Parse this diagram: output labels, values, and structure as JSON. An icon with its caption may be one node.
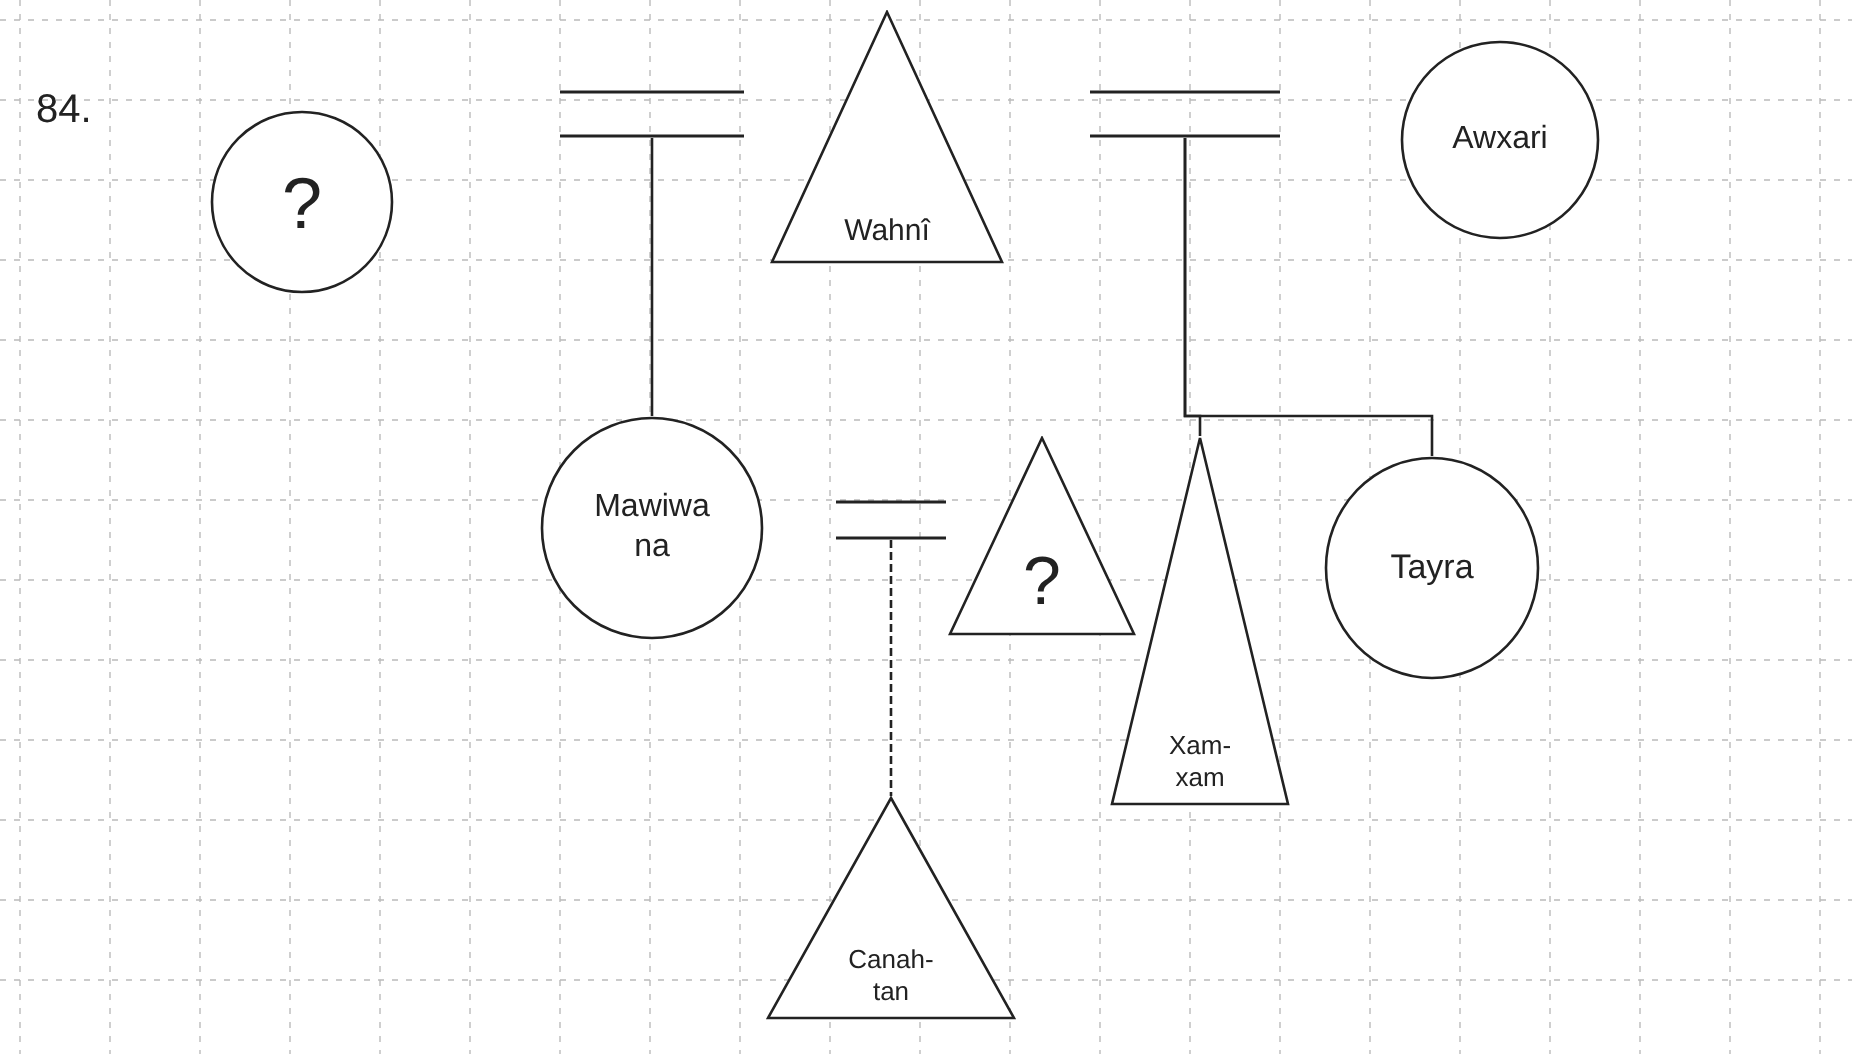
{
  "diagram": {
    "nodes": [
      {
        "text": [
          "?"
        ]
      },
      {
        "text": [],
        "shape": "equals"
      },
      {
        "text": [
          "Wahnî"
        ]
      },
      {
        "text": [],
        "shape": "equals"
      },
      {
        "text": [
          "Awxari"
        ]
      },
      {
        "text": [
          "Mawiwa na"
        ]
      },
      {
        "text": [],
        "shape": "equals"
      },
      {
        "text": [
          "?"
        ]
      },
      {
        "text": [
          "Xam- xam"
        ]
      },
      {
        "text": [
          "Tayra"
        ]
      },
      {
        "text": [
          "Canah- tan"
        ]
      }
    ],
    "edges": [
      {
        "from": 1,
        "to": 5,
        "arrow": "none"
      },
      {
        "from": 3,
        "to": 8,
        "arrow": "none"
      },
      {
        "from": 3,
        "to": 9,
        "arrow": "none"
      },
      {
        "from": 6,
        "to": 10,
        "arrow": "none",
        "style": "dashed"
      }
    ],
    "labels": [
      "84."
    ]
  }
}
